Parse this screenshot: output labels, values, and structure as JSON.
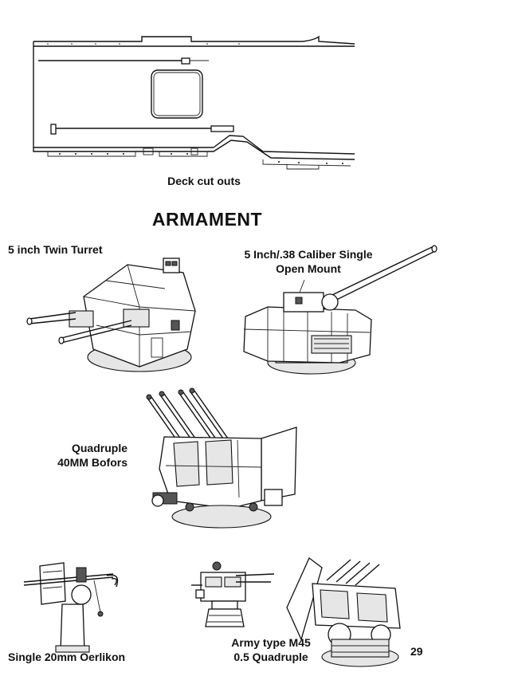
{
  "deck": {
    "caption": "Deck cut outs"
  },
  "section": {
    "title": "ARMAMENT"
  },
  "weapons": {
    "twin_turret": {
      "label": "5 inch Twin Turret"
    },
    "single_mount": {
      "line1": "5 Inch/.38 Caliber Single",
      "line2": "Open Mount"
    },
    "bofors": {
      "line1": "Quadruple",
      "line2": "40MM Bofors"
    },
    "oerlikon": {
      "label": "Single 20mm Oerlikon"
    },
    "m45": {
      "line1": "Army type M45",
      "line2": "0.5 Quadruple"
    }
  },
  "page": {
    "number": "29"
  }
}
